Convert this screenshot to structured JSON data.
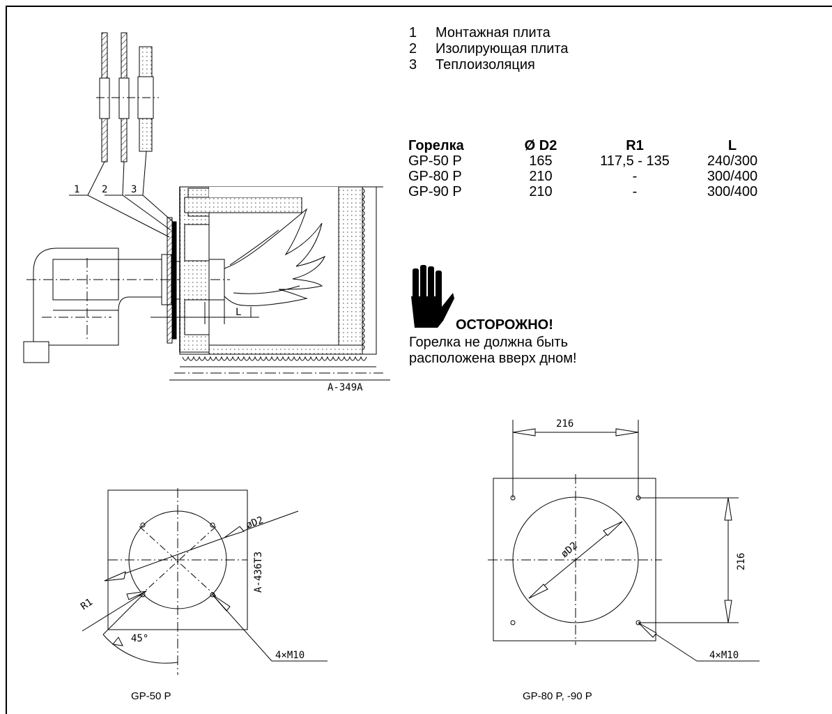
{
  "legend": {
    "items": [
      {
        "num": "1",
        "label": "Монтажная плита"
      },
      {
        "num": "2",
        "label": "Изолирующая плита"
      },
      {
        "num": "3",
        "label": "Теплоизоляция"
      }
    ]
  },
  "specs": {
    "headers": [
      "Горелка",
      "Ø D2",
      "R1",
      "L"
    ],
    "rows": [
      [
        "GP-50 P",
        "165",
        "117,5 - 135",
        "240/300"
      ],
      [
        "GP-80 P",
        "210",
        "-",
        "300/400"
      ],
      [
        "GP-90 P",
        "210",
        "-",
        "300/400"
      ]
    ]
  },
  "warning": {
    "title": "ОСТОРОЖНО!",
    "text": "Горелка не должна быть расположена вверх дном!",
    "icon": "stop-hand-icon"
  },
  "drawing": {
    "part_labels": [
      "1",
      "2",
      "3"
    ],
    "dim_L": "L",
    "ref_top": "A-349A",
    "ref_left": "A-436T3",
    "dim_D2_left": "øD2",
    "dim_R1": "R1",
    "angle": "45°",
    "holes_left": "4×M10",
    "dim_216_top": "216",
    "dim_216_side": "216",
    "dim_D2_right": "øD2",
    "holes_right": "4×M10"
  },
  "captions": {
    "left": "GP-50 P",
    "right": "GP-80 P, -90 P"
  }
}
